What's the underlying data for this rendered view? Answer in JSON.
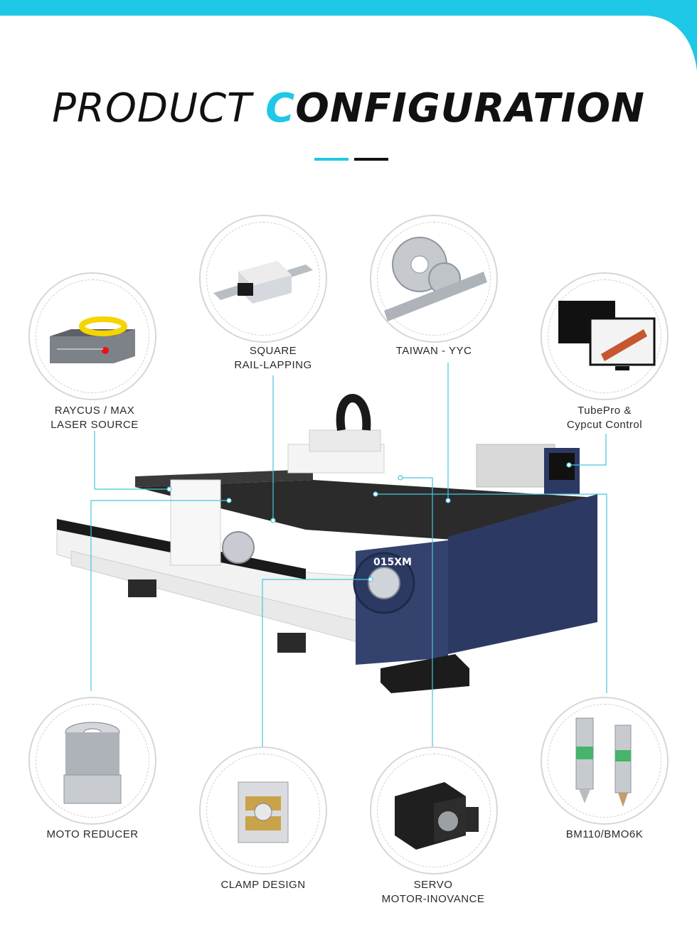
{
  "title": {
    "part1": "PRODUCT ",
    "accent_letter": "C",
    "part2": "ONFIGURATION"
  },
  "colors": {
    "accent": "#1ec8e6",
    "machine_blue": "#2c3a63",
    "ink": "#111111"
  },
  "components": [
    {
      "id": "laser-source",
      "line1": "RAYCUS / MAX",
      "line2": "LASER SOURCE",
      "icon": "laser-source-icon"
    },
    {
      "id": "rail",
      "line1": "SQUARE",
      "line2": "RAIL-LAPPING",
      "icon": "linear-rail-icon"
    },
    {
      "id": "rack",
      "line1": "TAIWAN - YYC",
      "line2": "",
      "icon": "gear-rack-icon"
    },
    {
      "id": "control",
      "line1": "TubePro &",
      "line2": "Cypcut Control",
      "icon": "control-monitor-icon"
    },
    {
      "id": "reducer",
      "line1": "MOTO REDUCER",
      "line2": "",
      "icon": "reducer-icon"
    },
    {
      "id": "clamp",
      "line1": "CLAMP DESIGN",
      "line2": "",
      "icon": "clamp-icon"
    },
    {
      "id": "servo",
      "line1": "SERVO",
      "line2": "MOTOR-INOVANCE",
      "icon": "servo-motor-icon"
    },
    {
      "id": "head",
      "line1": "BM110/BMO6K",
      "line2": "",
      "icon": "laser-head-icon"
    }
  ],
  "machine": {
    "badge": "015XM"
  }
}
